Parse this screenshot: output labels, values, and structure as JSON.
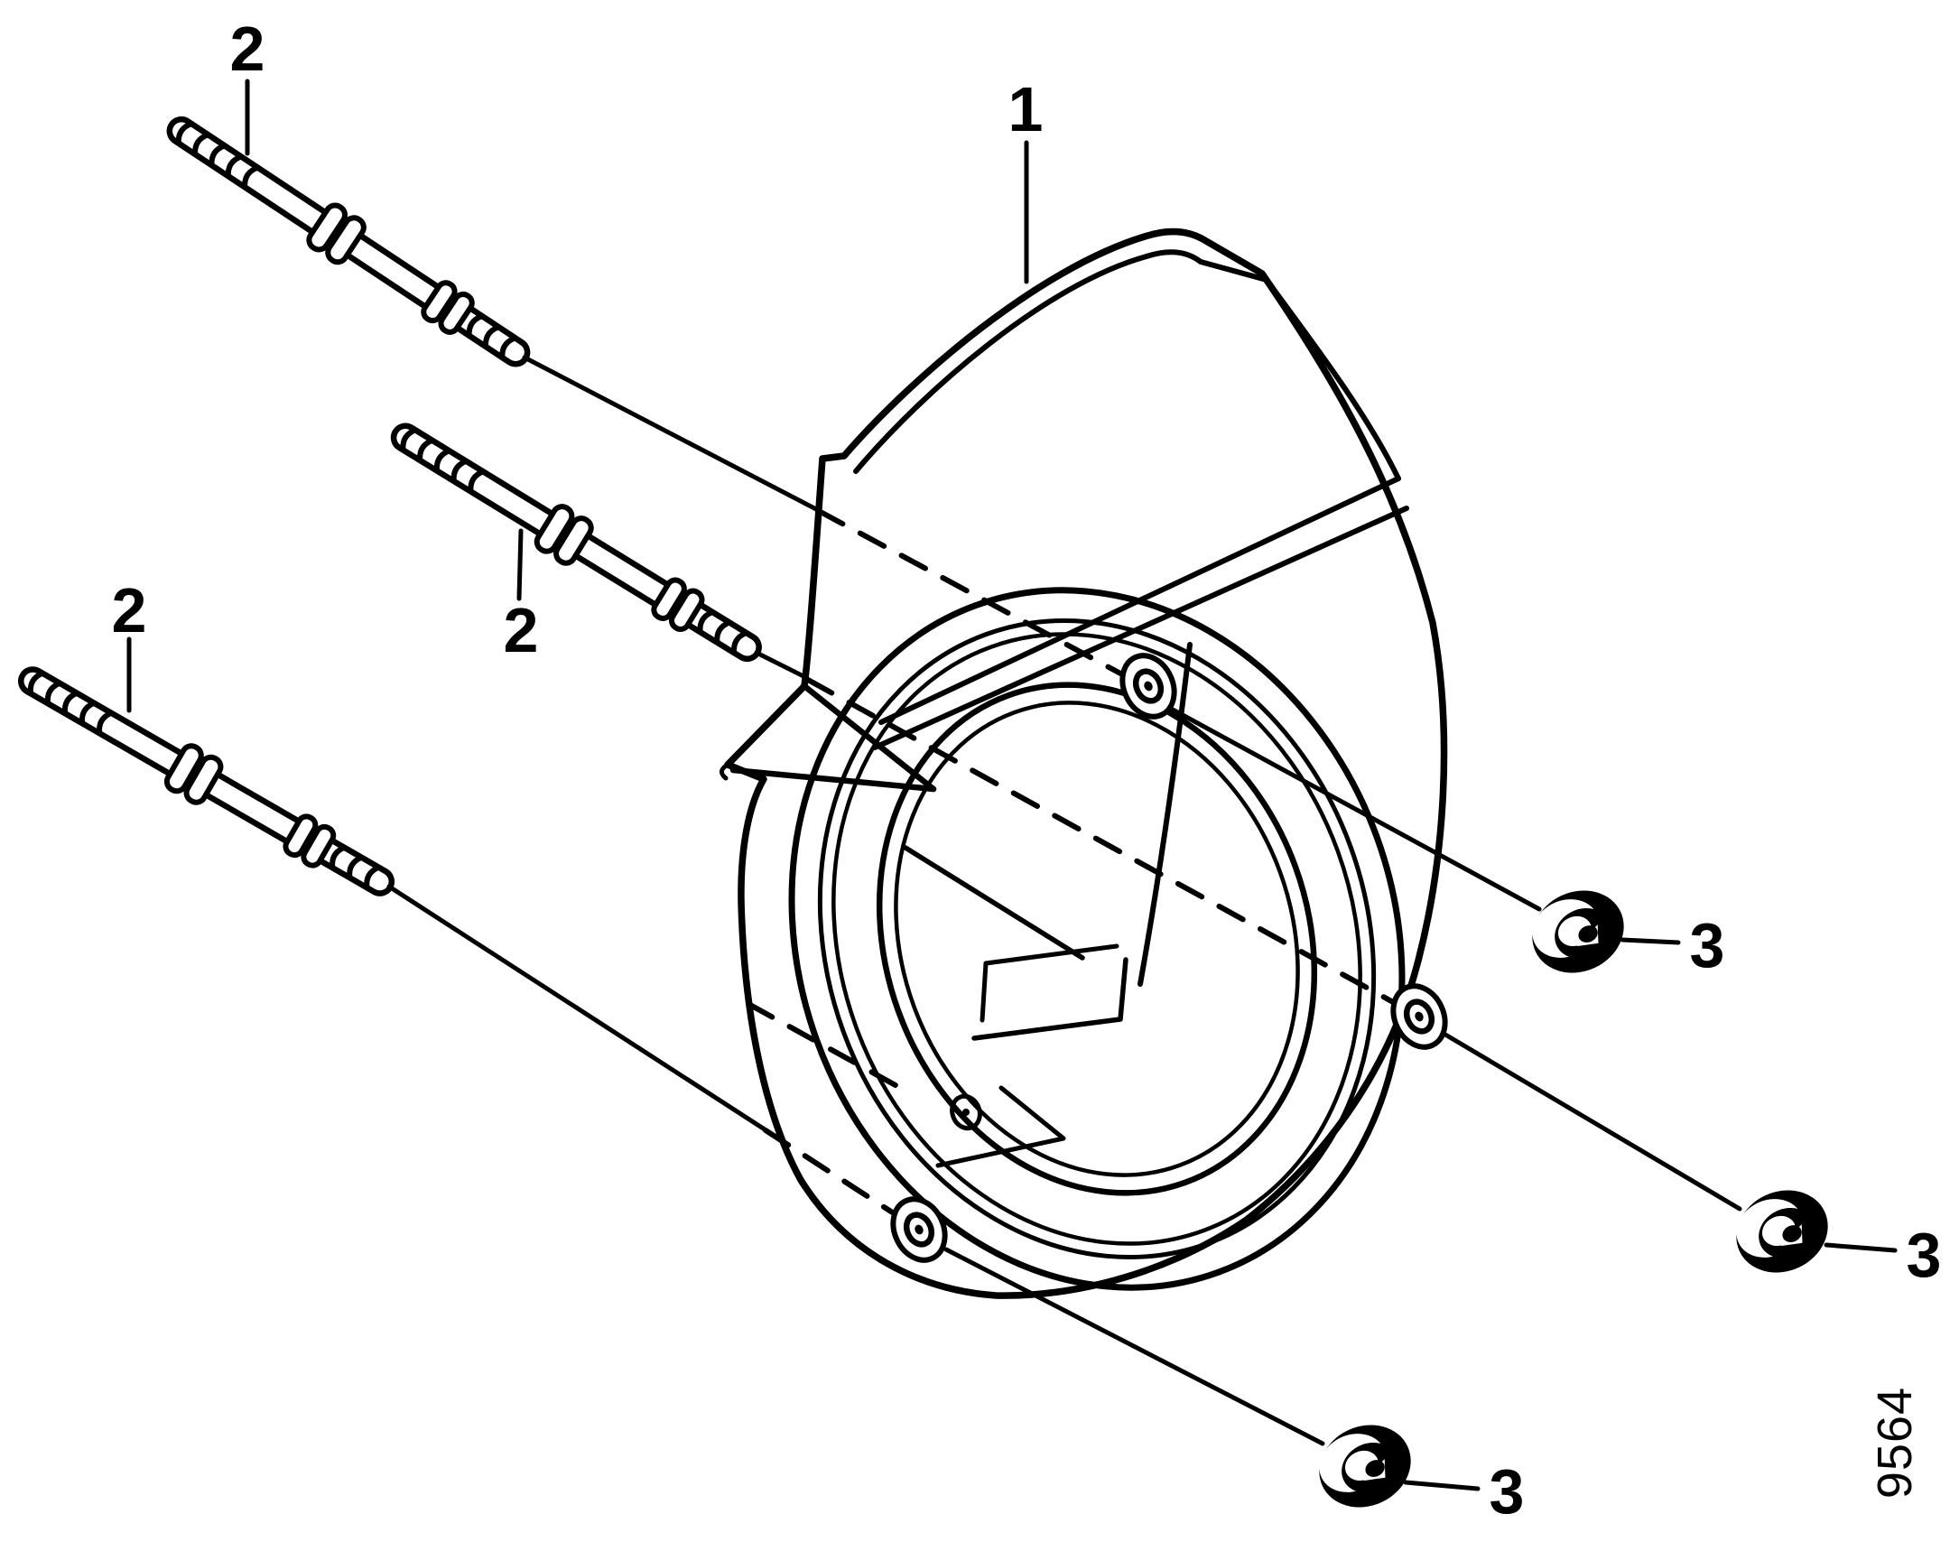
{
  "figure": {
    "kind": "exploded-parts-diagram",
    "subject": "fan cover with mounting studs and flange nuts",
    "colors": {
      "line": "#000000",
      "background": "#ffffff"
    }
  },
  "callouts": {
    "part1": "1",
    "part2_top": "2",
    "part2_middle": "2",
    "part2_bottom": "2",
    "part3_top": "3",
    "part3_middle": "3",
    "part3_bottom": "3"
  },
  "drawing_number": "9564"
}
